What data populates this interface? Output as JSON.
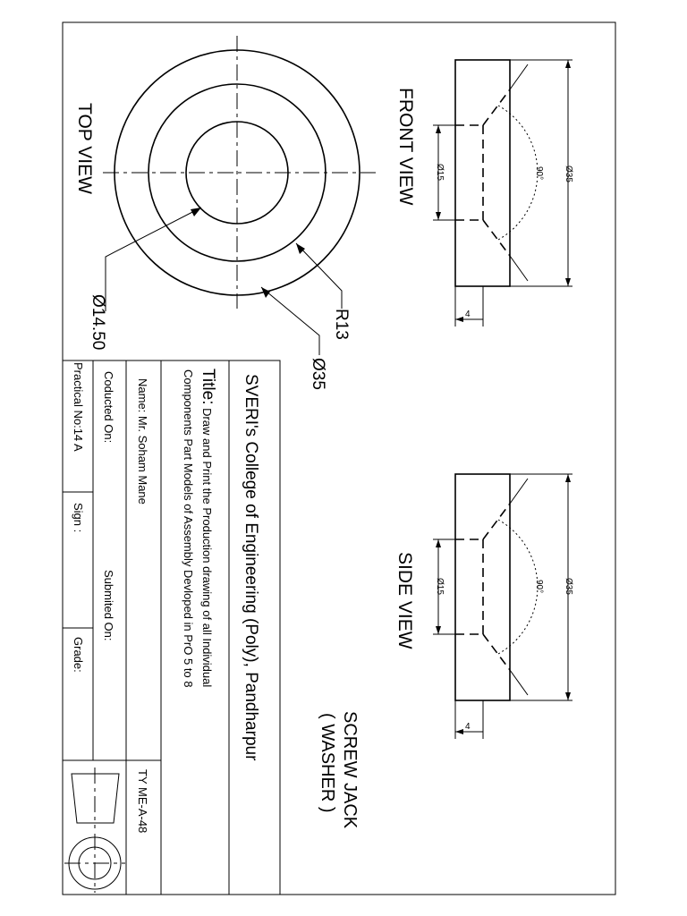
{
  "views": {
    "top": "TOP VIEW",
    "front": "FRONT VIEW",
    "side": "SIDE VIEW"
  },
  "part": {
    "line1": "SCREW JACK",
    "line2": "( WASHER )"
  },
  "dimensions": {
    "top_inner_dia": "Ø14.50",
    "top_radius": "R13",
    "top_outer_dia": "Ø35",
    "front_bore": "Ø15",
    "front_angle": "90°",
    "front_outer": "Ø35",
    "front_thickness": "4",
    "side_bore": "Ø15",
    "side_angle": "90°",
    "side_outer": "Ø35",
    "side_thickness": "4"
  },
  "title_block": {
    "college": "SVERI's College of Engineering (Poly), Pandharpur",
    "title_label": "Title:",
    "title_line1": " Draw and Print the Production drawing of all Individual",
    "title_line2": "Components Part Models of Assembly Devloped in PrO 5 to 8",
    "name": "Name: Mr. Soham Mane",
    "roll": "TY ME-A-48",
    "conducted": "Coducted On:",
    "submitted": "Submited On:",
    "practical": "Practical No:14 A",
    "sign": "Sign :",
    "grade": "Grade:"
  }
}
